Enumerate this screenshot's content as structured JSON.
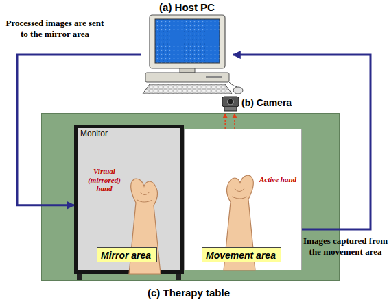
{
  "diagram": {
    "nodes": [
      {
        "text": [
          "(a) Host PC"
        ]
      },
      {
        "text": [
          "(b) Camera"
        ]
      },
      {
        "text": [
          "(c) Therapy table"
        ]
      },
      {
        "text": [
          "Monitor",
          "Virtual (mirrored) hand"
        ],
        "in": 2
      },
      {
        "text": [
          "Mirror area"
        ],
        "in": 3
      },
      {
        "text": [
          "Active hand"
        ],
        "in": 2
      },
      {
        "text": [
          "Movement area"
        ],
        "in": 5
      }
    ],
    "edges": [
      {
        "from": 0,
        "to": 3,
        "arrow": "to",
        "label": "Processed images are sent to the mirror area"
      },
      {
        "from": 5,
        "to": 0,
        "arrow": "to",
        "label": "Images captured from the movement area"
      },
      {
        "from": 5,
        "to": 1,
        "arrow": "to"
      },
      {
        "from": 5,
        "to": 1,
        "arrow": "to"
      }
    ]
  }
}
